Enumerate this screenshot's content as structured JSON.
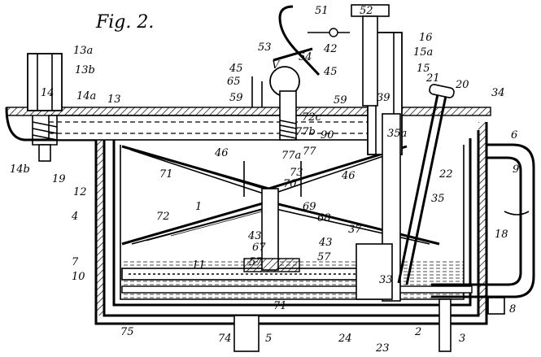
{
  "figure": {
    "title": "Fig. 2.",
    "labels": {
      "l51": "51",
      "l52": "52",
      "l16": "16",
      "l15a": "15a",
      "l15": "15",
      "l42": "42",
      "l53": "53",
      "l54": "54",
      "l45a": "45",
      "l45b": "45",
      "l65": "65",
      "l59a": "59",
      "l59b": "59",
      "lV": "V",
      "l13a": "13a",
      "l13b": "13b",
      "l14": "14",
      "l14a": "14a",
      "l13": "13",
      "l14b": "14b",
      "l19": "19",
      "l12": "12",
      "l21": "21",
      "l20": "20",
      "l34": "34",
      "l39": "39",
      "l72c": "72c",
      "l77b": "77b",
      "l90": "90",
      "l35a": "35a",
      "l77a": "77a",
      "l77": "77",
      "l6": "6",
      "l9": "9",
      "l46a": "46",
      "l46b": "46",
      "l71a": "71",
      "l73": "73",
      "l70": "70",
      "l22": "22",
      "l35": "35",
      "l4": "4",
      "l72": "72",
      "l1": "1",
      "l69": "69",
      "l68": "68",
      "l37": "37",
      "l18": "18",
      "l43a": "43",
      "l43b": "43",
      "l67": "67",
      "l57a": "57",
      "l57b": "57",
      "l7": "7",
      "l11": "11",
      "l10": "10",
      "l33": "33",
      "l71b": "71",
      "l8": "8",
      "l75": "75",
      "l74": "74",
      "l5": "5",
      "l24": "24",
      "l23": "23",
      "l2": "2",
      "l3": "3"
    }
  }
}
